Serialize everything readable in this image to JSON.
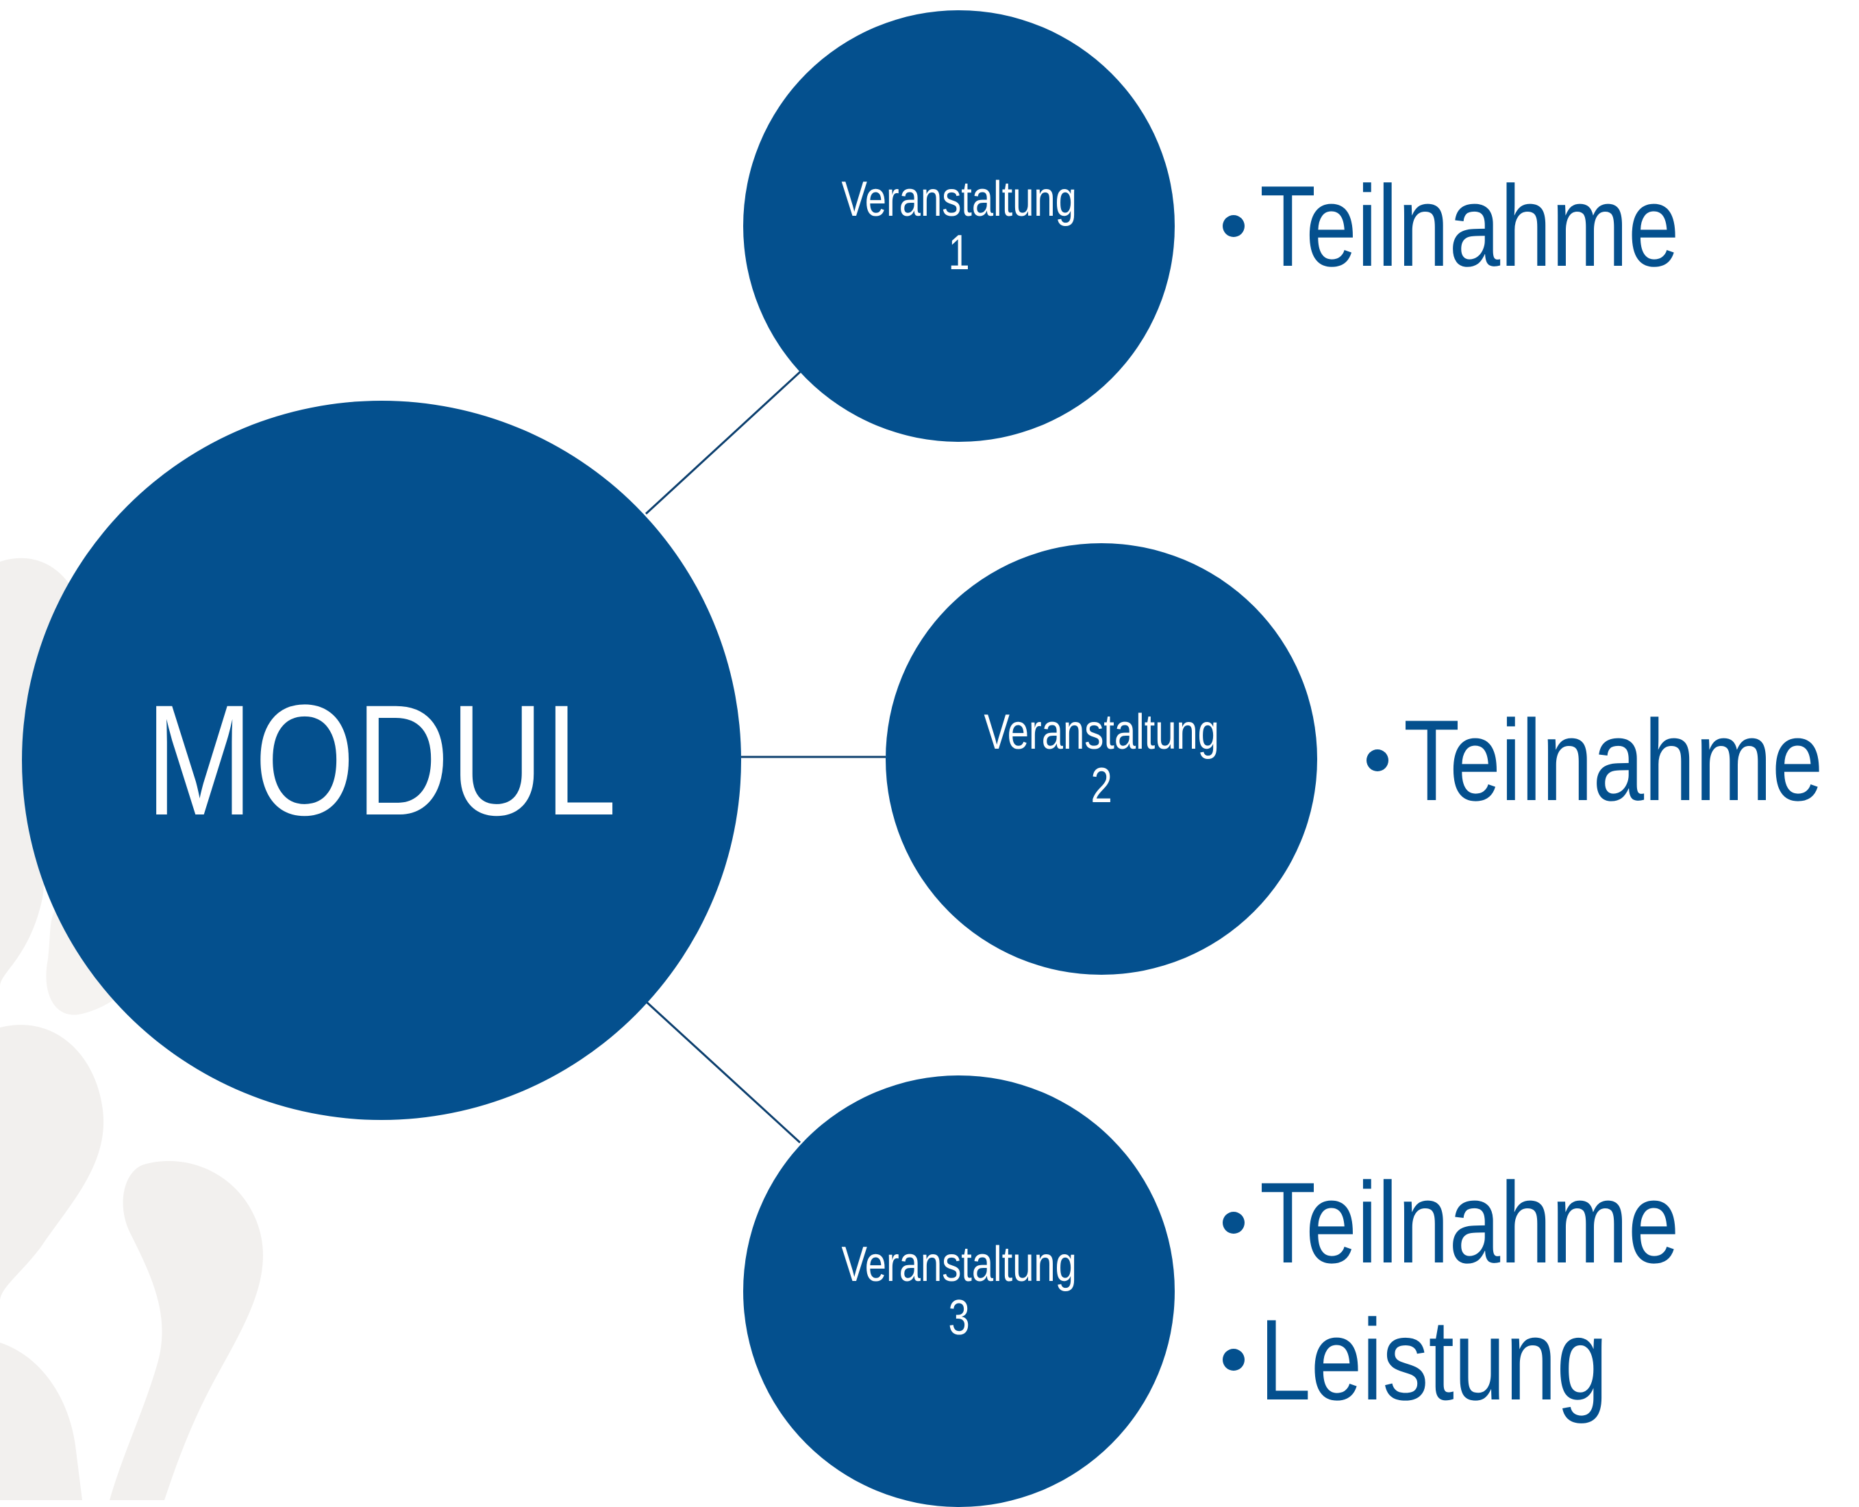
{
  "colors": {
    "circle_fill": "#04508e",
    "circle_text": "#ffffff",
    "bullet_text": "#04508e",
    "connector_line": "#0c3f6e",
    "watermark": "#f2f0ee"
  },
  "main_node": {
    "label": "MODUL"
  },
  "events": [
    {
      "label_line1": "Veranstaltung",
      "label_line2": "1",
      "bullets": [
        "Teilnahme"
      ]
    },
    {
      "label_line1": "Veranstaltung",
      "label_line2": "2",
      "bullets": [
        "Teilnahme"
      ]
    },
    {
      "label_line1": "Veranstaltung",
      "label_line2": "3",
      "bullets": [
        "Teilnahme",
        "Leistung"
      ]
    }
  ],
  "watermark_icon": "emblem-watermark-icon"
}
